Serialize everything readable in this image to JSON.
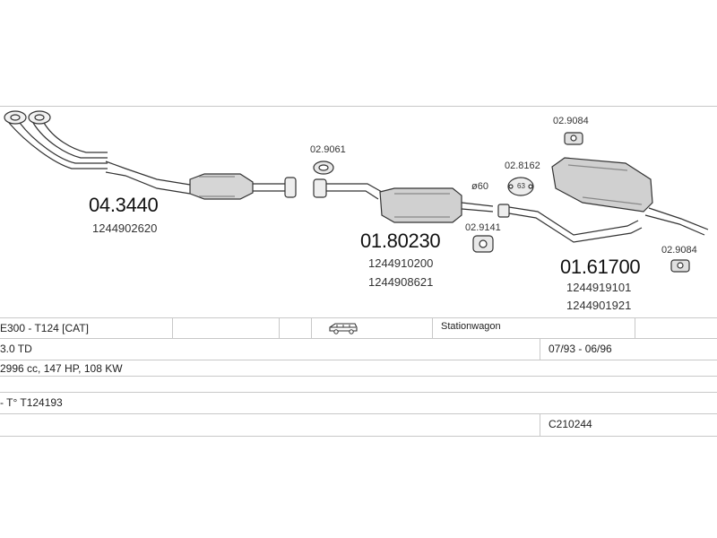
{
  "parts": {
    "front_pipe": {
      "code": "04.3440",
      "oem": [
        "1244902620"
      ]
    },
    "gasket_1": {
      "code": "02.9061"
    },
    "middle_silencer": {
      "code": "01.80230",
      "oem": [
        "1244910200",
        "1244908621"
      ]
    },
    "diameter": "ø60",
    "clamp": {
      "code": "02.9141"
    },
    "gasket_2": {
      "code": "02.8162",
      "size": "63"
    },
    "rubber_top": {
      "code": "02.9084"
    },
    "rear_silencer": {
      "code": "01.61700",
      "oem": [
        "1244919101",
        "1244901921"
      ]
    },
    "rubber_bottom": {
      "code": "02.9084"
    }
  },
  "table": {
    "model": "E300 - T124  [CAT]",
    "body_icon": "station-wagon-icon",
    "body_type": "Stationwagon",
    "engine": "3.0 TD",
    "years": "07/93 - 06/96",
    "specs": "2996 cc, 147 HP, 108 KW",
    "type_note": "- T° T124193",
    "ref": "C210244"
  }
}
